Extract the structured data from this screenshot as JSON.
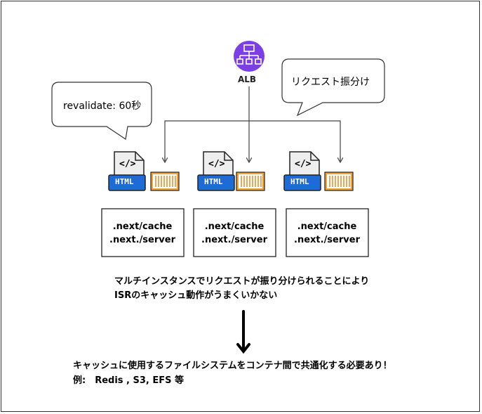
{
  "lb": {
    "label": "ALB",
    "icon": "load-balancer-icon",
    "color": "#7b3fe4"
  },
  "bubbles": {
    "left": "revalidate: 60秒",
    "right": "リクエスト振分け"
  },
  "servers": [
    {
      "icon_label": "HTML",
      "code_glyph": "</>",
      "path1": ".next/cache",
      "path2": ".next./server"
    },
    {
      "icon_label": "HTML",
      "code_glyph": "</>",
      "path1": ".next/cache",
      "path2": ".next./server"
    },
    {
      "icon_label": "HTML",
      "code_glyph": "</>",
      "path1": ".next/cache",
      "path2": ".next./server"
    }
  ],
  "colors": {
    "html_badge": "#1e6bd6",
    "cache_orange": "#f2a23a",
    "line": "#444444"
  },
  "problem": {
    "line1": "マルチインスタンスでリクエストが振り分けられることにより",
    "line2": "ISRのキャッシュ動作がうまくいかない"
  },
  "conclusion": {
    "line1": "キャッシュに使用するファイルシステムをコンテナ間で共通化する必要あり！",
    "line2": "例:　Redis , S3, EFS 等"
  }
}
